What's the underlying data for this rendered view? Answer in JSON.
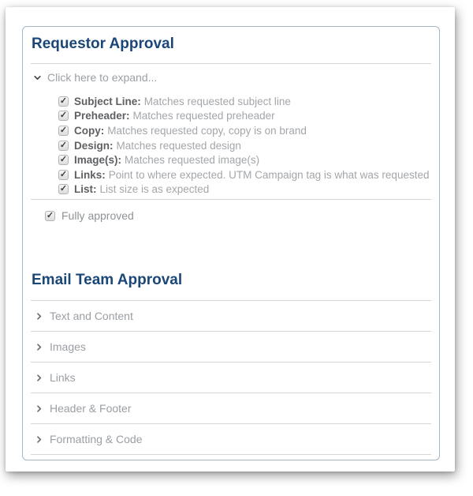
{
  "icons": {
    "check_glyph": "✓"
  },
  "colors": {
    "heading_navy": "#1b4777",
    "card_border": "#a6b7c7",
    "divider_gray": "#d6d6d6",
    "muted_text": "#9b9fa4",
    "bold_label": "#5e6063"
  },
  "requestor": {
    "title": "Requestor Approval",
    "expander_label": "Click here to expand...",
    "checklist": [
      {
        "label": "Subject Line:",
        "description": "Matches requested subject line",
        "checked": true
      },
      {
        "label": "Preheader:",
        "description": "Matches requested preheader",
        "checked": true
      },
      {
        "label": "Copy:",
        "description": "Matches requested copy, copy is on brand",
        "checked": true
      },
      {
        "label": "Design:",
        "description": "Matches requested design",
        "checked": true
      },
      {
        "label": "Image(s):",
        "description": "Matches requested image(s)",
        "checked": true
      },
      {
        "label": "Links:",
        "description": "Point to where expected. UTM Campaign tag is what was requested",
        "checked": true
      },
      {
        "label": "List:",
        "description": "List size is as expected",
        "checked": true
      }
    ],
    "fully_approved_label": "Fully approved",
    "fully_approved_checked": true
  },
  "email_team": {
    "title": "Email Team Approval",
    "accordion": [
      {
        "label": "Text and Content"
      },
      {
        "label": "Images"
      },
      {
        "label": "Links"
      },
      {
        "label": "Header & Footer"
      },
      {
        "label": "Formatting & Code"
      }
    ]
  }
}
